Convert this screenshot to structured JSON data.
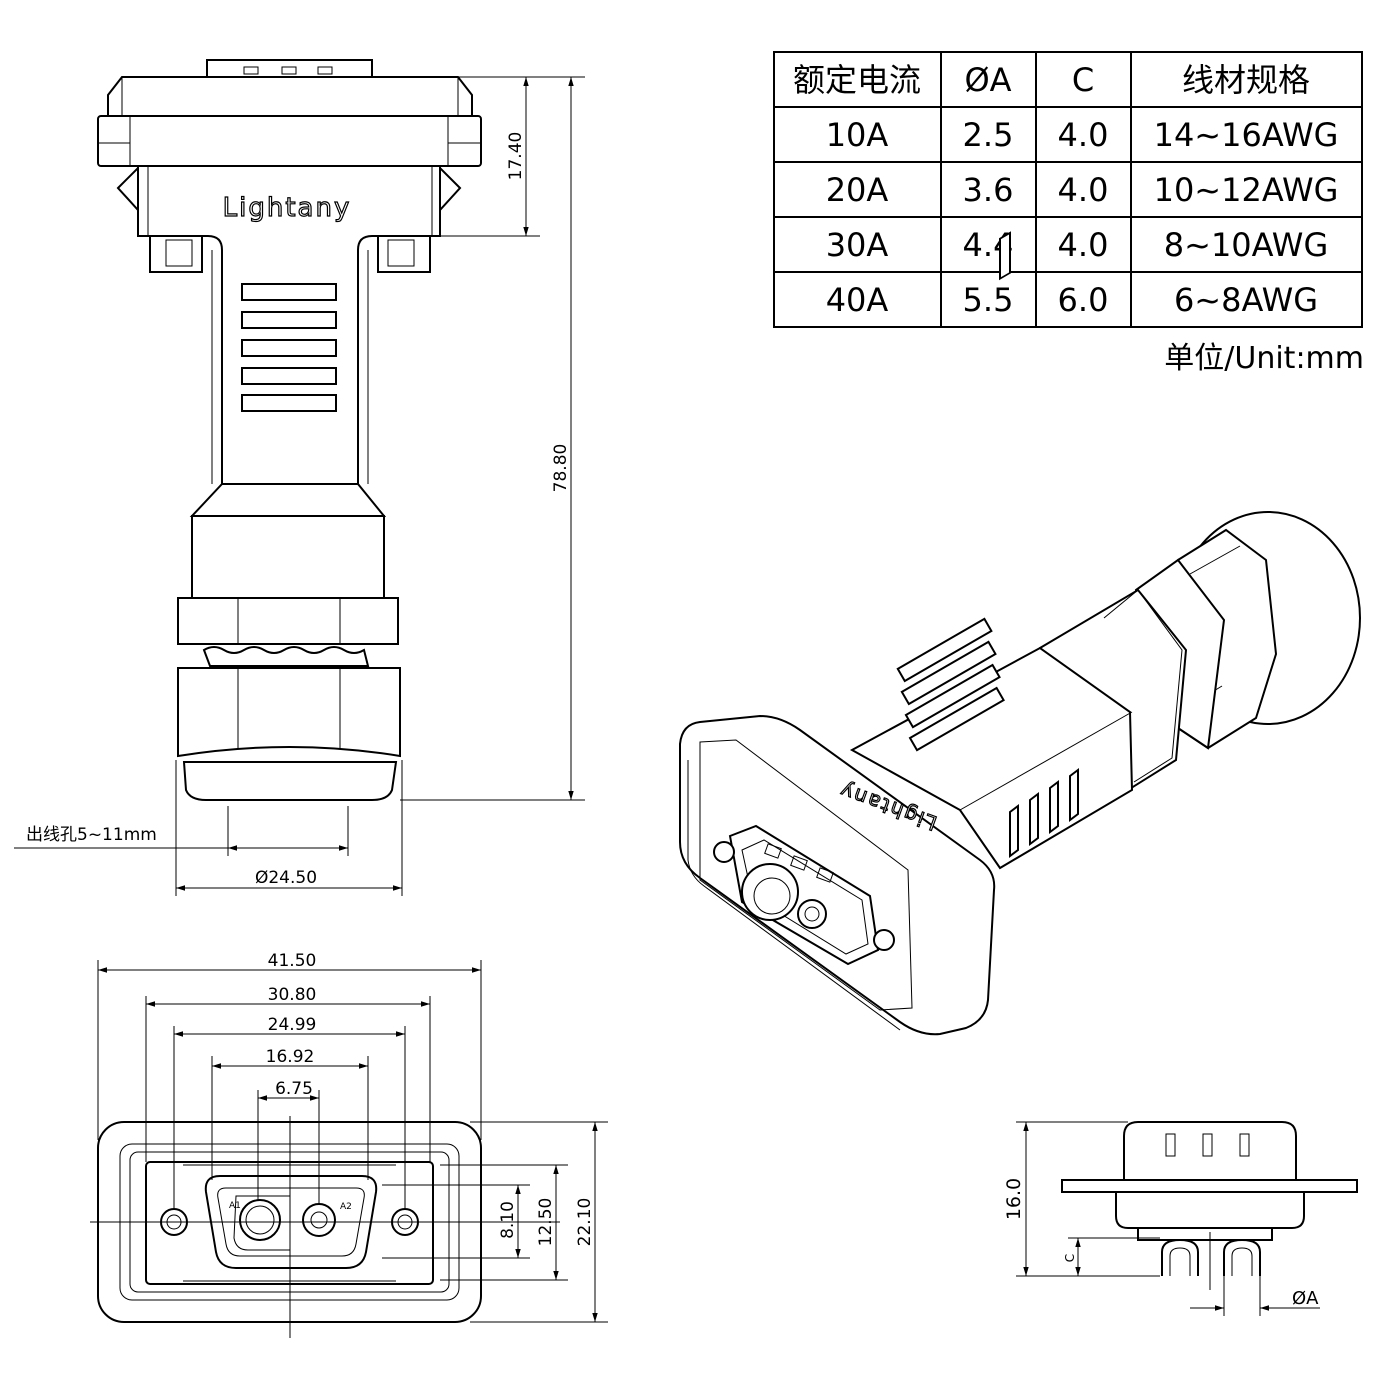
{
  "table": {
    "headers": [
      "额定电流",
      "ØA",
      "C",
      "线材规格"
    ],
    "rows": [
      [
        "10A",
        "2.5",
        "4.0",
        "14~16AWG"
      ],
      [
        "20A",
        "3.6",
        "4.0",
        "10~12AWG"
      ],
      [
        "30A",
        "4.4",
        "4.0",
        "8~10AWG"
      ],
      [
        "40A",
        "5.5",
        "6.0",
        "6~8AWG"
      ]
    ],
    "unit_note": "单位/Unit:mm"
  },
  "side_view": {
    "brand": "Lightany",
    "dim_top": "17.40",
    "dim_total": "78.80",
    "outlet_label": "出线孔5~11mm",
    "dia_label": "Ø24.50"
  },
  "front_view": {
    "dims_horizontal": [
      "41.50",
      "30.80",
      "24.99",
      "16.92",
      "6.75"
    ],
    "dims_vertical": [
      "8.10",
      "12.50",
      "22.10"
    ],
    "pin_labels": [
      "A1",
      "A2"
    ]
  },
  "pin_view": {
    "height": "16.0",
    "c_label": "C",
    "a_label": "ØA"
  },
  "iso_view": {
    "brand": "Lightany"
  }
}
